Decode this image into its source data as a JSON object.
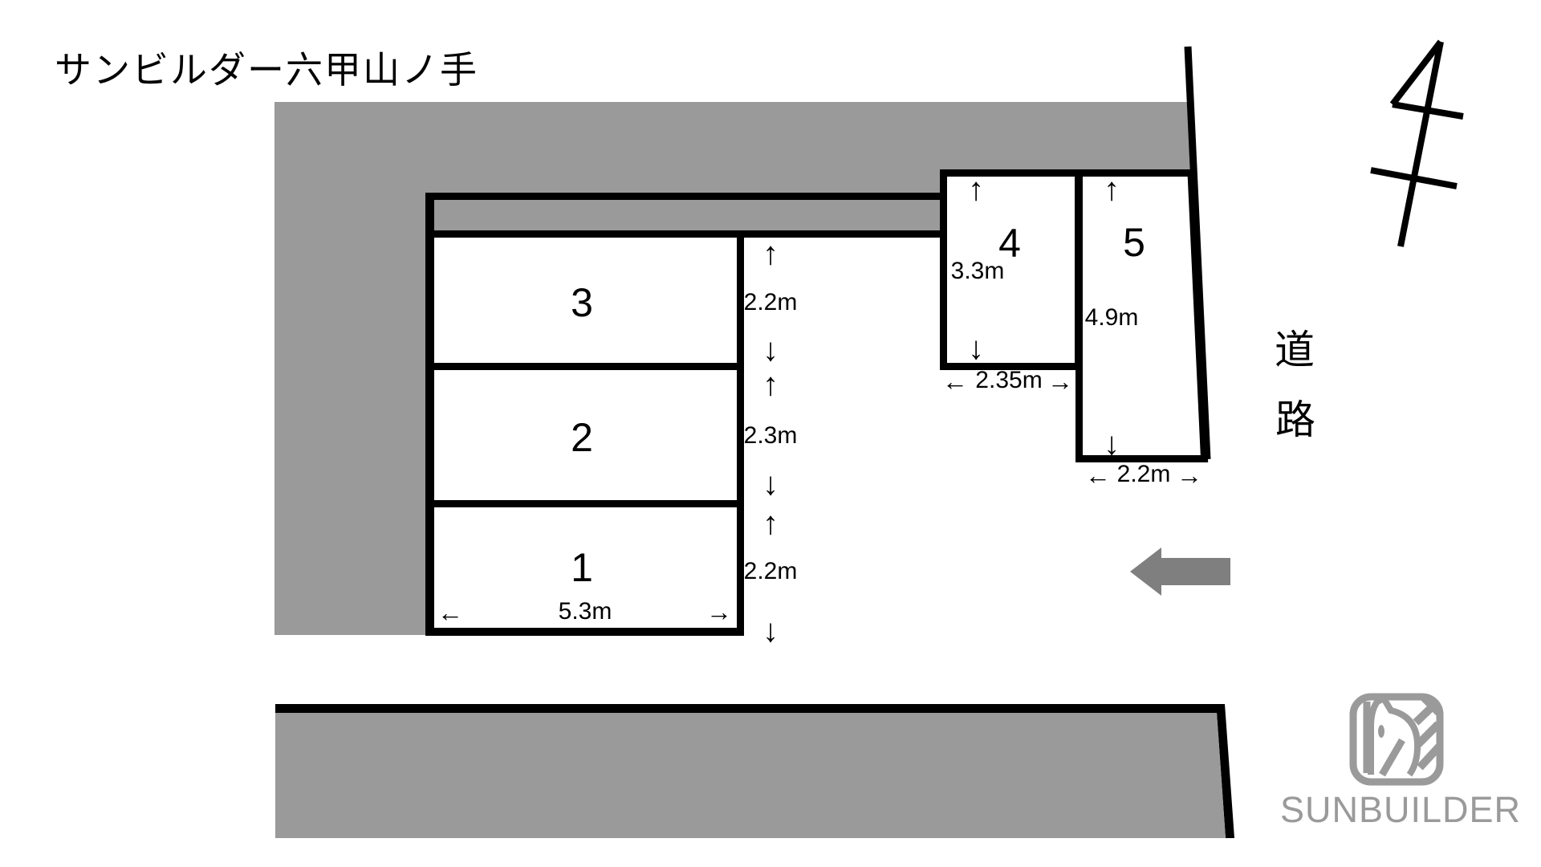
{
  "title": "サンビルダー六甲山ノ手",
  "road": {
    "label": "道路",
    "chars": [
      "道",
      "路"
    ]
  },
  "spaces": [
    {
      "number": "1",
      "depth_label": "2.2m",
      "width_label": "5.3m"
    },
    {
      "number": "2",
      "depth_label": "2.3m"
    },
    {
      "number": "3",
      "depth_label": "2.2m"
    },
    {
      "number": "4",
      "depth_label": "3.3m",
      "width_label": "2.35m"
    },
    {
      "number": "5",
      "depth_label": "4.9m",
      "width_label": "2.2m"
    }
  ],
  "arrows": {
    "up": "↑",
    "down": "↓",
    "left": "←",
    "right": "→"
  },
  "logo": {
    "text": "SUNBUILDER"
  },
  "colors": {
    "site_gray": "#9a9a9a",
    "direction_arrow_gray": "#7f7f7f",
    "line_black": "#000000",
    "logo_gray": "#9a9a9a"
  }
}
